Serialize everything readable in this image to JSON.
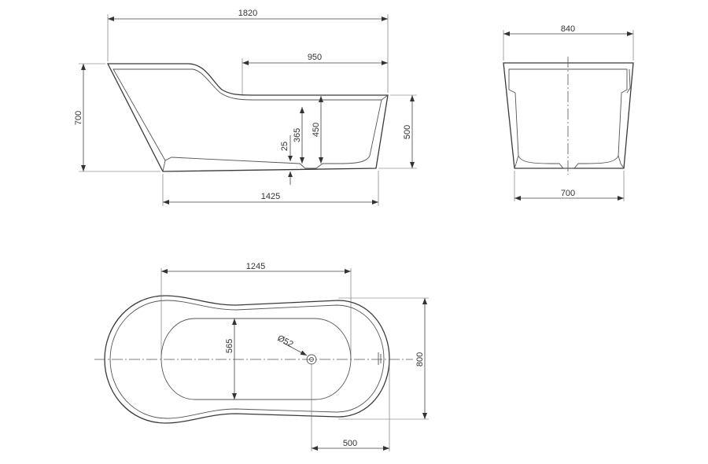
{
  "side_view": {
    "overall_length": "1820",
    "backrest_length": "950",
    "overall_height": "700",
    "front_height": "500",
    "inner_depth": "450",
    "floor_to_drain": "365",
    "drain_recess": "25",
    "base_length": "1425"
  },
  "end_view": {
    "top_width": "840",
    "base_width": "700"
  },
  "top_view": {
    "inner_length": "1245",
    "inner_width": "565",
    "drain_diameter": "Ø52",
    "overall_width": "800",
    "drain_offset": "500"
  }
}
